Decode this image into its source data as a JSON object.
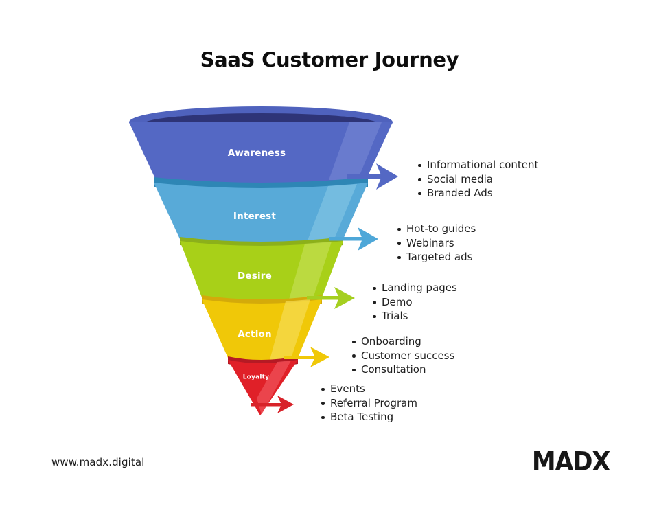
{
  "page": {
    "title": "SaaS Customer Journey",
    "background": "#ffffff"
  },
  "footer": {
    "url": "www.madx.digital",
    "brand": "MADX"
  },
  "chart_data": {
    "type": "funnel",
    "title": "SaaS Customer Journey",
    "orientation": "vertical-descending",
    "stage_count": 5,
    "stages": [
      {
        "label": "Awareness",
        "order": 1,
        "color": "#5468c4",
        "rim_color": "#2e3477",
        "highlight_color": "#6d7fd0",
        "arrow_color": "#5468c4",
        "width_ratio": 1.0,
        "tactics": [
          "Informational content",
          "Social media",
          "Branded Ads"
        ]
      },
      {
        "label": "Interest",
        "order": 2,
        "color": "#58aad8",
        "rim_color": "#2e86b5",
        "highlight_color": "#7cc0e2",
        "arrow_color": "#4ea7d8",
        "width_ratio": 0.8,
        "tactics": [
          "Hot-to guides",
          "Webinars",
          "Targeted ads"
        ]
      },
      {
        "label": "Desire",
        "order": 3,
        "color": "#a8d018",
        "rim_color": "#8cb01a",
        "highlight_color": "#c2de4e",
        "arrow_color": "#a5cf20",
        "width_ratio": 0.62,
        "tactics": [
          "Landing pages",
          "Demo",
          "Trials"
        ]
      },
      {
        "label": "Action",
        "order": 4,
        "color": "#f0c808",
        "rim_color": "#d4aa0a",
        "highlight_color": "#f5db52",
        "arrow_color": "#f0c808",
        "width_ratio": 0.44,
        "tactics": [
          "Onboarding",
          "Customer success",
          "Consultation"
        ]
      },
      {
        "label": "Loyalty",
        "order": 5,
        "color": "#e02028",
        "rim_color": "#b51a24",
        "highlight_color": "#ef5058",
        "arrow_color": "#d8232a",
        "width_ratio": 0.24,
        "tactics": [
          "Events",
          "Referral Program",
          "Beta Testing"
        ]
      }
    ],
    "labels": {
      "awareness": "Awareness",
      "interest": "Interest",
      "desire": "Desire",
      "action": "Action",
      "loyalty": "Loyalty"
    },
    "lists": {
      "awareness": [
        "Informational content",
        "Social media",
        "Branded Ads"
      ],
      "interest": [
        "Hot-to guides",
        "Webinars",
        "Targeted ads"
      ],
      "desire": [
        "Landing pages",
        "Demo",
        "Trials"
      ],
      "action": [
        "Onboarding",
        "Customer success",
        "Consultation"
      ],
      "loyalty": [
        "Events",
        "Referral Program",
        "Beta Testing"
      ]
    }
  }
}
